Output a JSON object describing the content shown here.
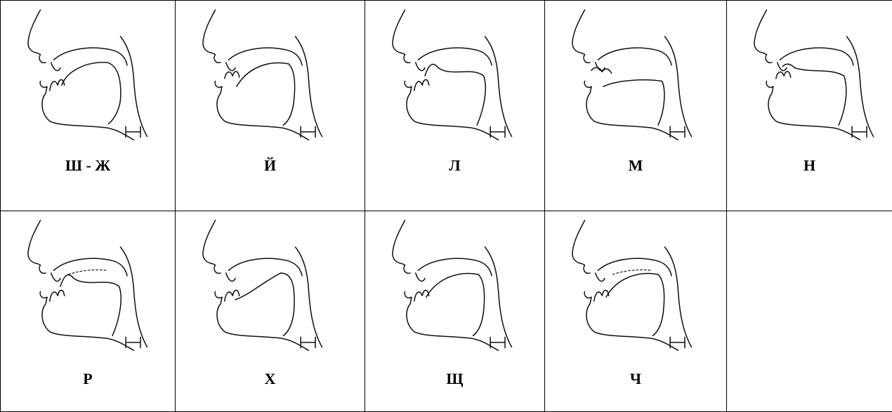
{
  "table": {
    "rows": [
      [
        {
          "label": "Ш - Ж",
          "tongue": "high-back",
          "teeth": "open"
        },
        {
          "label": "Й",
          "tongue": "high-mid",
          "teeth": "close"
        },
        {
          "label": "Л",
          "tongue": "tip-up",
          "teeth": "open"
        },
        {
          "label": "М",
          "tongue": "flat",
          "teeth": "closed-lips"
        },
        {
          "label": "Н",
          "tongue": "tip-alveolar",
          "teeth": "close"
        }
      ],
      [
        {
          "label": "Р",
          "tongue": "tip-up",
          "teeth": "open",
          "dashed": true
        },
        {
          "label": "Х",
          "tongue": "back-raised",
          "teeth": "open"
        },
        {
          "label": "Щ",
          "tongue": "high-mid",
          "teeth": "open"
        },
        {
          "label": "Ч",
          "tongue": "high-mid",
          "teeth": "open",
          "dashed": true
        },
        {
          "label": "",
          "empty": true
        }
      ]
    ]
  }
}
